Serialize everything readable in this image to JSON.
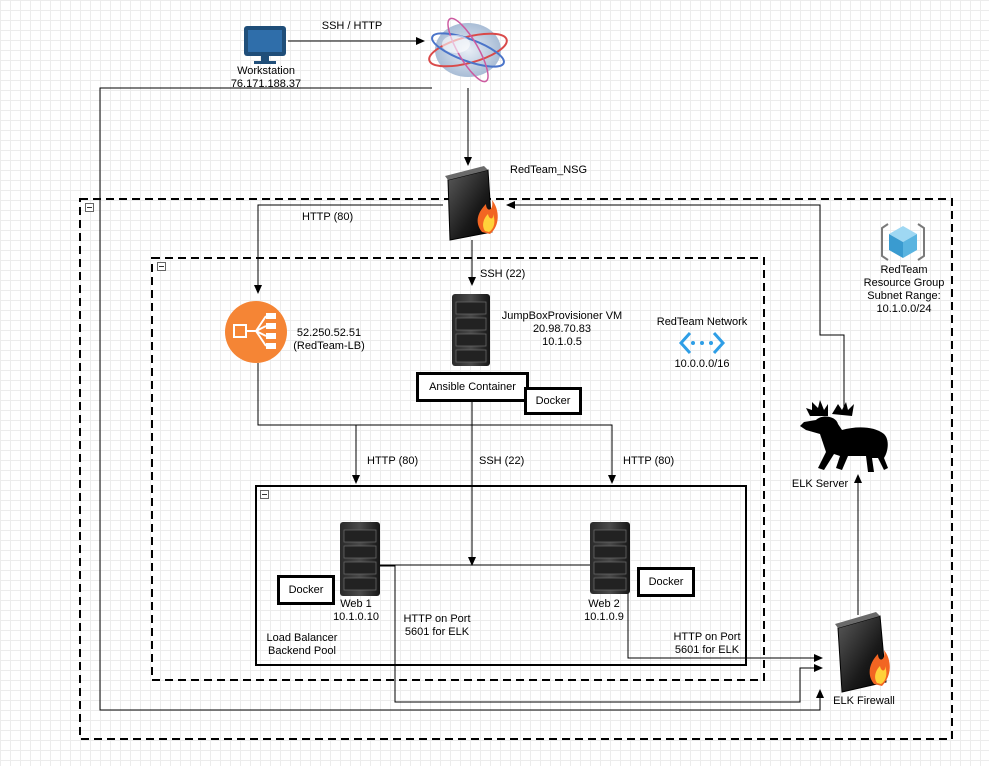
{
  "nodes": {
    "workstation": {
      "name": "Workstation",
      "ip": "76.171.188.37"
    },
    "nsg": {
      "name": "RedTeam_NSG"
    },
    "load_balancer": {
      "ip": "52.250.52.51",
      "name": "(RedTeam-LB)"
    },
    "jumpbox": {
      "name": "JumpBoxProvisioner VM",
      "public_ip": "20.98.70.83",
      "private_ip": "10.1.0.5"
    },
    "ansible": {
      "label": "Ansible Container"
    },
    "docker_jumpbox": {
      "label": "Docker"
    },
    "network": {
      "name": "RedTeam Network",
      "range": "10.0.0.0/16"
    },
    "resource_group": {
      "line1": "RedTeam",
      "line2": "Resource Group",
      "line3": "Subnet Range:",
      "line4": "10.1.0.0/24"
    },
    "elk_server": {
      "name": "ELK Server"
    },
    "web1": {
      "name": "Web 1",
      "ip": "10.1.0.10",
      "docker": "Docker"
    },
    "web2": {
      "name": "Web 2",
      "ip": "10.1.0.9",
      "docker": "Docker"
    },
    "pool": {
      "line1": "Load Balancer",
      "line2": "Backend Pool"
    },
    "elk_firewall": {
      "name": "ELK Firewall"
    }
  },
  "edges": {
    "ssh_http": "SSH / HTTP",
    "http80_lb": "HTTP (80)",
    "ssh22_jump": "SSH (22)",
    "http80_web1": "HTTP (80)",
    "ssh22_web": "SSH (22)",
    "http80_web2": "HTTP (80)",
    "web1_elk_1": "HTTP on Port",
    "web1_elk_2": "5601 for ELK",
    "web2_elk_1": "HTTP on Port",
    "web2_elk_2": "5601 for ELK"
  },
  "colors": {
    "load_balancer": "#f58535",
    "network_icon": "#2e9ee6",
    "resource_group_icon": "#5ab4e0",
    "firewall_flame": "#f26522"
  }
}
